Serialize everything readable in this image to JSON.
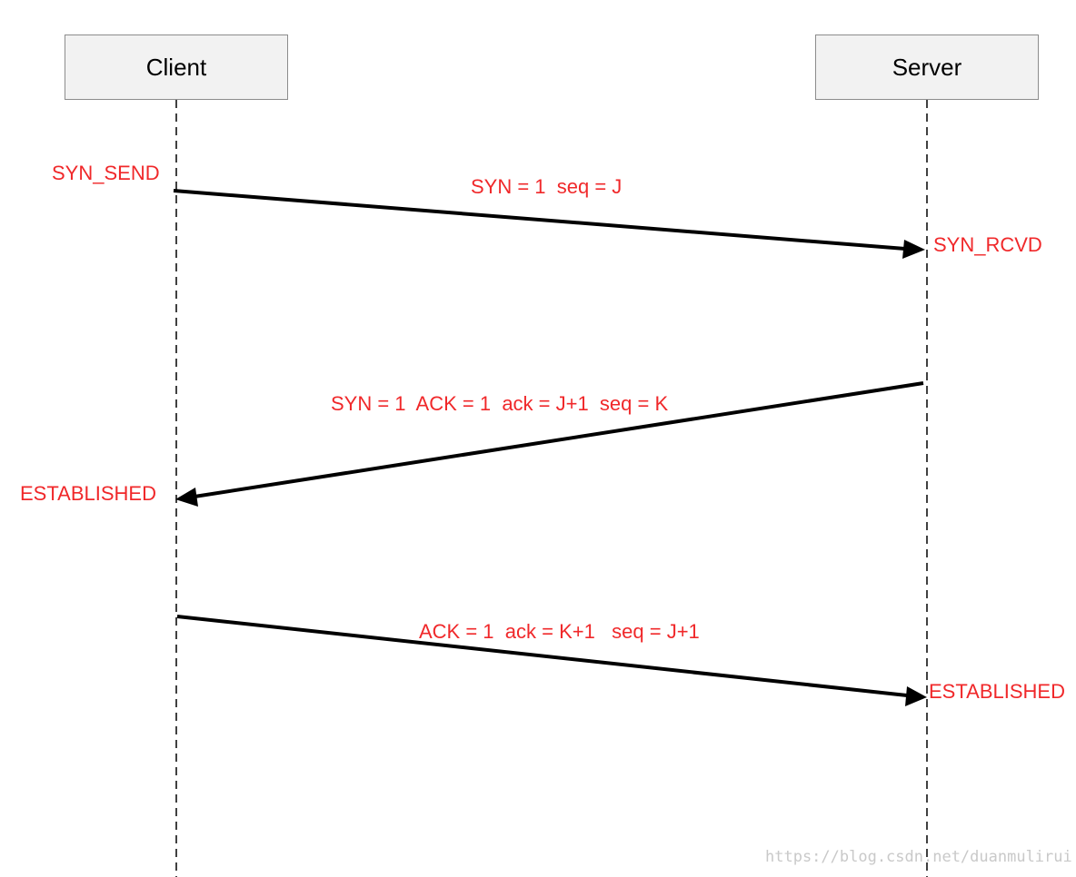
{
  "actors": {
    "client": "Client",
    "server": "Server"
  },
  "states": {
    "client_syn_send": "SYN_SEND",
    "server_syn_rcvd": "SYN_RCVD",
    "client_established": "ESTABLISHED",
    "server_established": "ESTABLISHED"
  },
  "messages": [
    {
      "from": "Client",
      "to": "Server",
      "label": "SYN = 1  seq = J"
    },
    {
      "from": "Server",
      "to": "Client",
      "label": "SYN = 1  ACK = 1  ack = J+1  seq = K"
    },
    {
      "from": "Client",
      "to": "Server",
      "label": "ACK = 1  ack = K+1   seq = J+1"
    }
  ],
  "watermark": "https://blog.csdn.net/duanmulirui",
  "colors": {
    "label_red": "#f0282a",
    "arrow": "#000000",
    "actor_fill": "#f2f2f2",
    "actor_border": "#8c8c8c"
  }
}
